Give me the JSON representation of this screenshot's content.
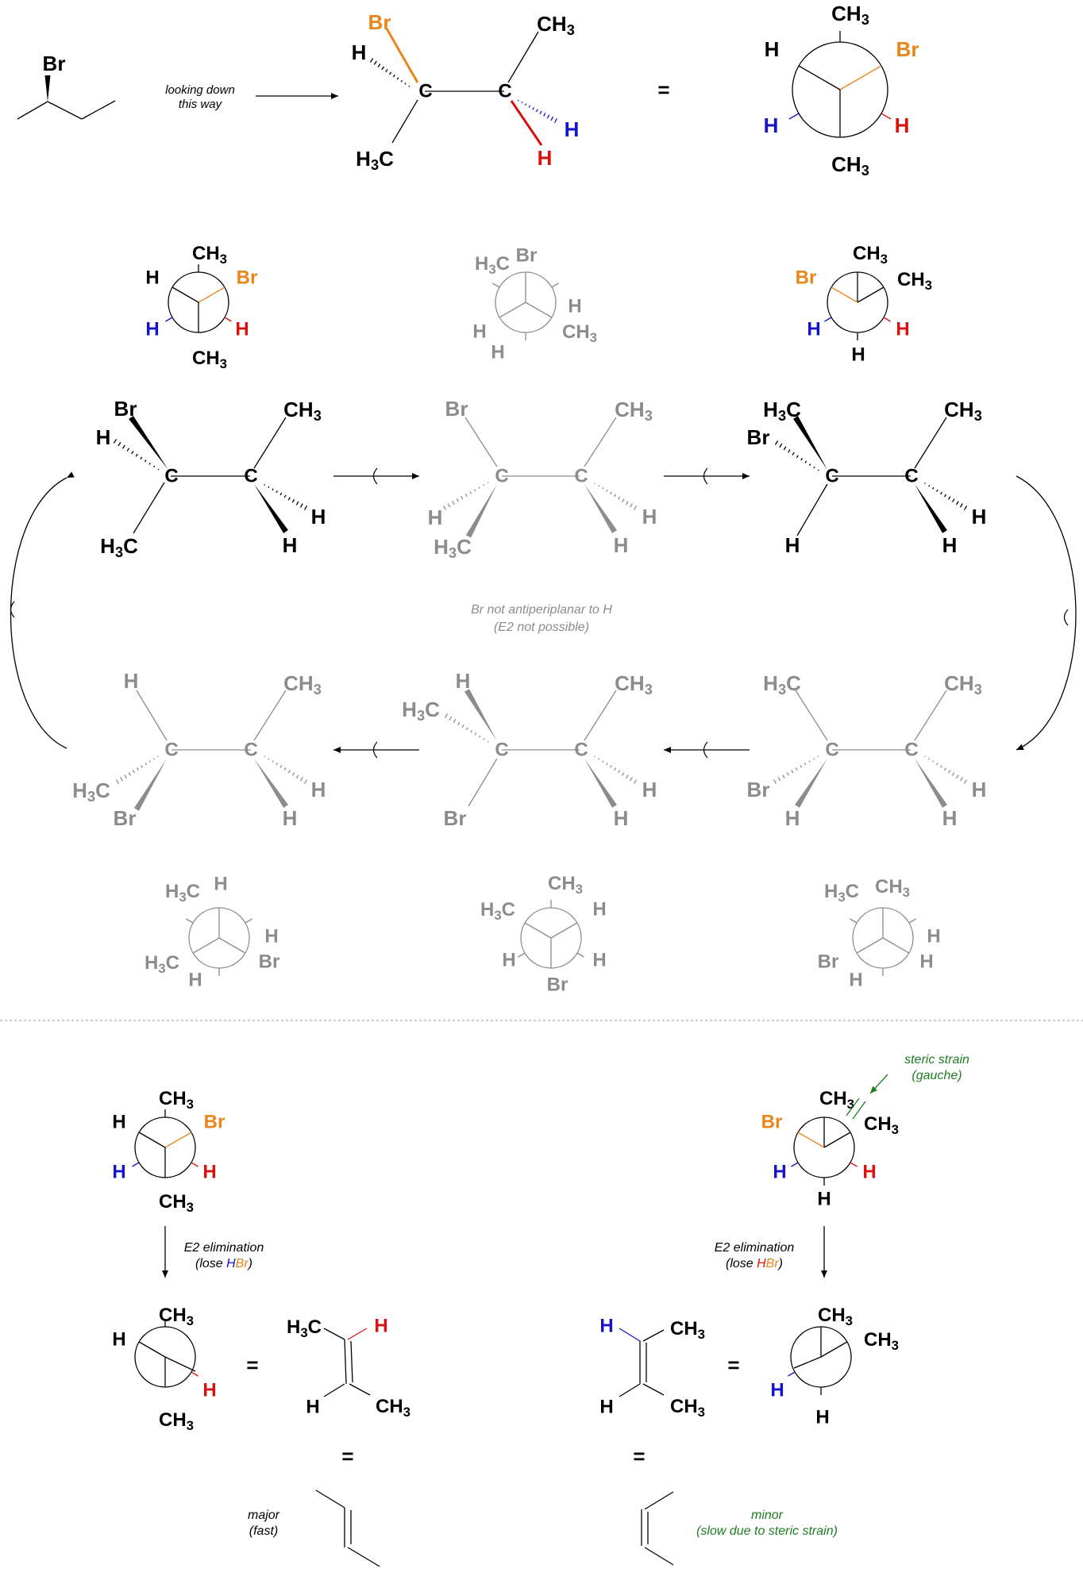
{
  "labels": {
    "br": "Br",
    "c": "C",
    "h": "H",
    "ch3": "CH",
    "h3c": "H",
    "three": "3",
    "eq": "="
  },
  "notes": {
    "looking_1": "looking down",
    "looking_2": "this way",
    "not_anti_1": "Br not antiperiplanar to H",
    "not_anti_2": "(E2 not possible)",
    "steric_1": "steric strain",
    "steric_2": "(gauche)",
    "e2_1": "E2 elimination",
    "e2_open": "(lose ",
    "e2_h": "H",
    "e2_br": "Br",
    "e2_close": ")",
    "major_1": "major",
    "major_2": "(fast)",
    "minor_1": "minor",
    "minor_2": "(slow due to steric strain)"
  },
  "colors": {
    "black": "#000000",
    "gray": "#8c8c8c",
    "orange": "#e8861a",
    "red": "#d9120f",
    "blue": "#1414c8",
    "green": "#1e7d1e"
  }
}
